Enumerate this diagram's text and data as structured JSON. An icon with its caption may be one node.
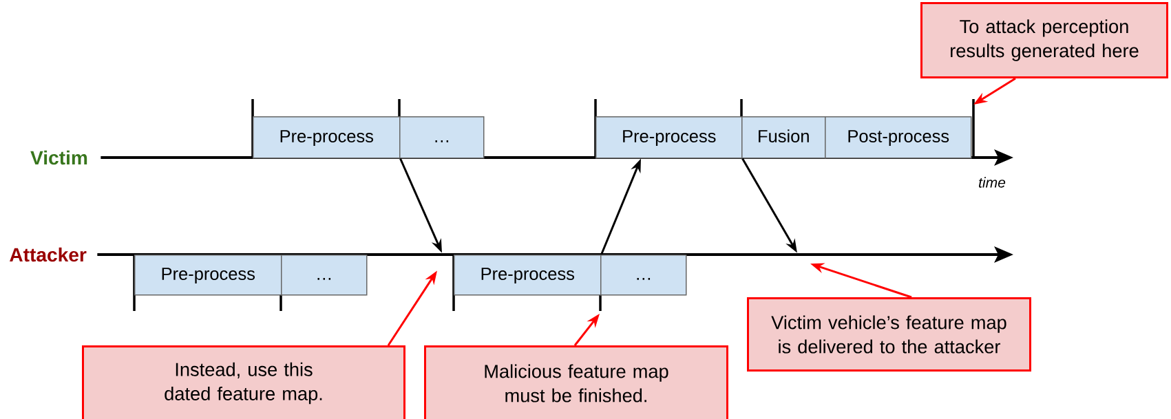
{
  "diagram": {
    "nodes": [
      {
        "text": [
          "To attack perception results generated here"
        ]
      },
      {
        "text": [
          "Pre-process"
        ]
      },
      {
        "text": [
          "…"
        ]
      },
      {
        "text": [
          "Pre-process"
        ]
      },
      {
        "text": [
          "Fusion"
        ]
      },
      {
        "text": [
          "Post-process"
        ]
      },
      {
        "text": [
          "Pre-process"
        ]
      },
      {
        "text": [
          "…"
        ]
      },
      {
        "text": [
          "Pre-process"
        ]
      },
      {
        "text": [
          "…"
        ]
      },
      {
        "text": [
          "Instead, use this dated feature map."
        ]
      },
      {
        "text": [
          "Malicious feature map must be finished."
        ]
      },
      {
        "text": [
          "Victim vehicle’s feature map is delivered to the attacker"
        ]
      },
      {
        "text": [],
        "shape": "line",
        "beside": [
          "Victim"
        ]
      },
      {
        "text": [],
        "shape": "line",
        "beside": [
          "Attacker"
        ]
      }
    ],
    "edges": [
      {
        "from": 1,
        "to": 14,
        "arrow": "to",
        "color": "#000000"
      },
      {
        "from": 8,
        "to": 3,
        "arrow": "to",
        "color": "#000000"
      },
      {
        "from": 3,
        "to": 14,
        "arrow": "to",
        "color": "#000000"
      },
      {
        "from": 0,
        "to": null,
        "arrow": "to",
        "color": "#ff0000"
      },
      {
        "from": 10,
        "to": 14,
        "arrow": "to",
        "color": "#ff0000"
      },
      {
        "from": 11,
        "to": null,
        "arrow": "to",
        "color": "#ff0000"
      },
      {
        "from": 12,
        "to": 14,
        "arrow": "to",
        "color": "#ff0000"
      }
    ],
    "labels": [
      "time"
    ]
  }
}
